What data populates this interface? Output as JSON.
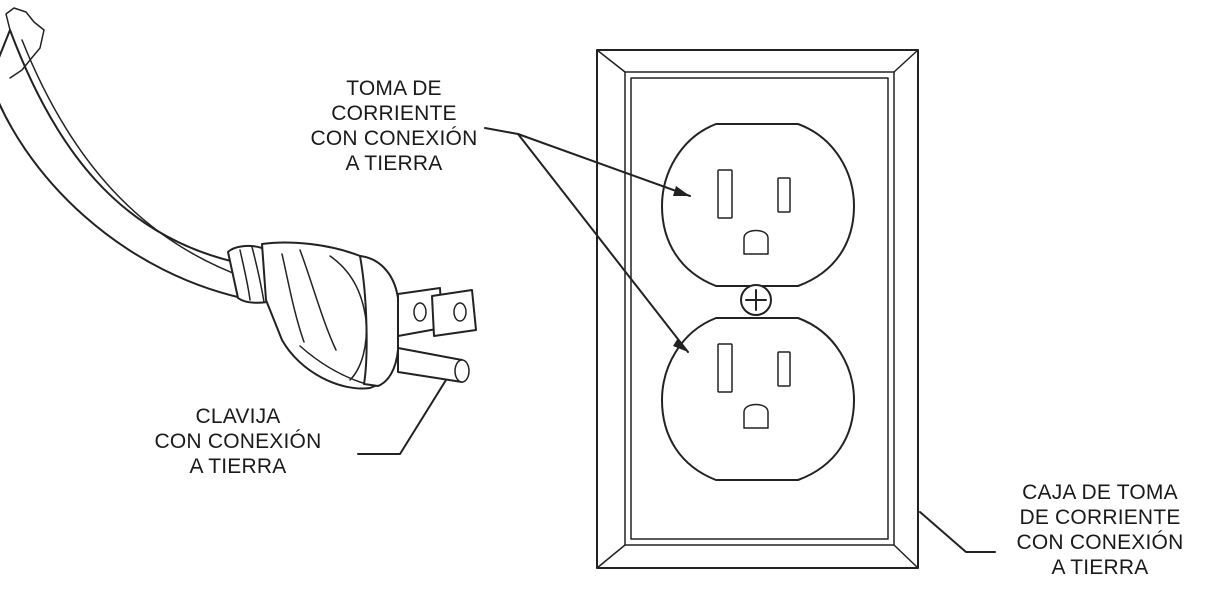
{
  "labels": {
    "outlet": [
      "TOMA DE",
      "CORRIENTE",
      "CON CONEXIÓN",
      "A TIERRA"
    ],
    "plug": [
      "CLAVIJA",
      "CON CONEXIÓN",
      "A TIERRA"
    ],
    "box": [
      "CAJA DE TOMA",
      "DE CORRIENTE",
      "CON CONEXIÓN",
      "A TIERRA"
    ]
  },
  "colors": {
    "line": "#222222",
    "background": "#ffffff"
  }
}
